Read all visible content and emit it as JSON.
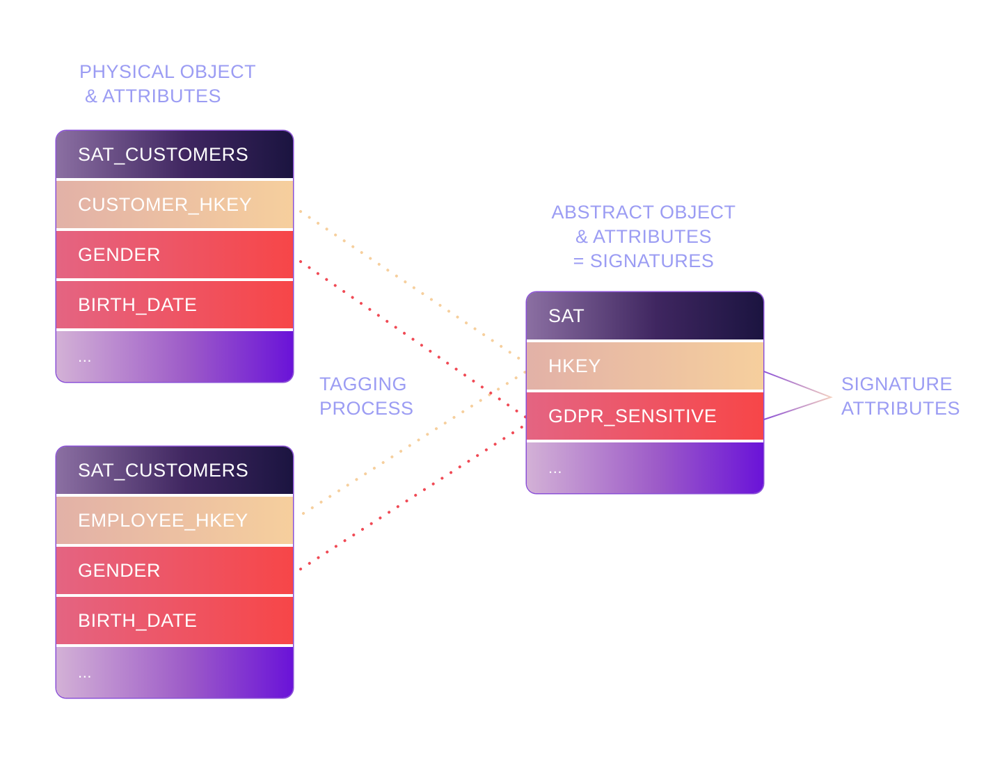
{
  "labels": {
    "physical": "PHYSICAL OBJECT\n & ATTRIBUTES",
    "abstract": "ABSTRACT OBJECT\n& ATTRIBUTES\n= SIGNATURES",
    "tagging": "TAGGING\nPROCESS",
    "signature": "SIGNATURE\nATTRIBUTES"
  },
  "table1": {
    "title": "SAT_CUSTOMERS",
    "rows": [
      "CUSTOMER_HKEY",
      "GENDER",
      "BIRTH_DATE",
      "..."
    ]
  },
  "table2": {
    "title": "SAT_CUSTOMERS",
    "rows": [
      "EMPLOYEE_HKEY",
      "GENDER",
      "BIRTH_DATE",
      "..."
    ]
  },
  "table3": {
    "title": "SAT",
    "rows": [
      "HKEY",
      "GDPR_SENSITIVE",
      "..."
    ]
  },
  "colors": {
    "label": "#9b9cf3",
    "key_link": "#f6cf9d",
    "sensitive_link": "#f04a55",
    "bracket": "#8a4fd6"
  }
}
